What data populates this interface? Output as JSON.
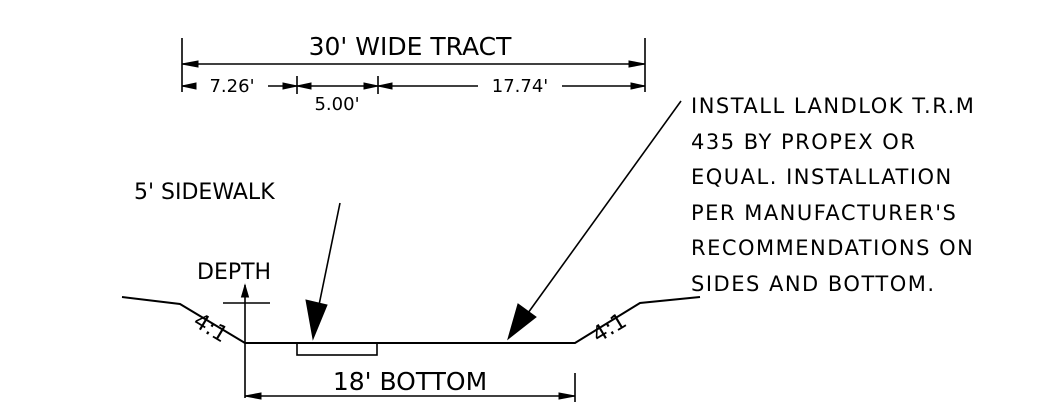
{
  "title_dimension": "30' WIDE TRACT",
  "sub_dimensions": {
    "left": "7.26'",
    "middle": "5.00'",
    "right": "17.74'"
  },
  "sidewalk_label": "5' SIDEWALK",
  "depth_label": "DEPTH",
  "slope_left": "4:1",
  "slope_right": "4:1",
  "bottom_dimension": "18' BOTTOM",
  "note_lines": [
    "INSTALL LANDLOK T.R.M",
    "435 BY PROPEX OR",
    "EQUAL. INSTALLATION",
    "PER MANUFACTURER'S",
    "RECOMMENDATIONS ON",
    "SIDES AND BOTTOM."
  ]
}
